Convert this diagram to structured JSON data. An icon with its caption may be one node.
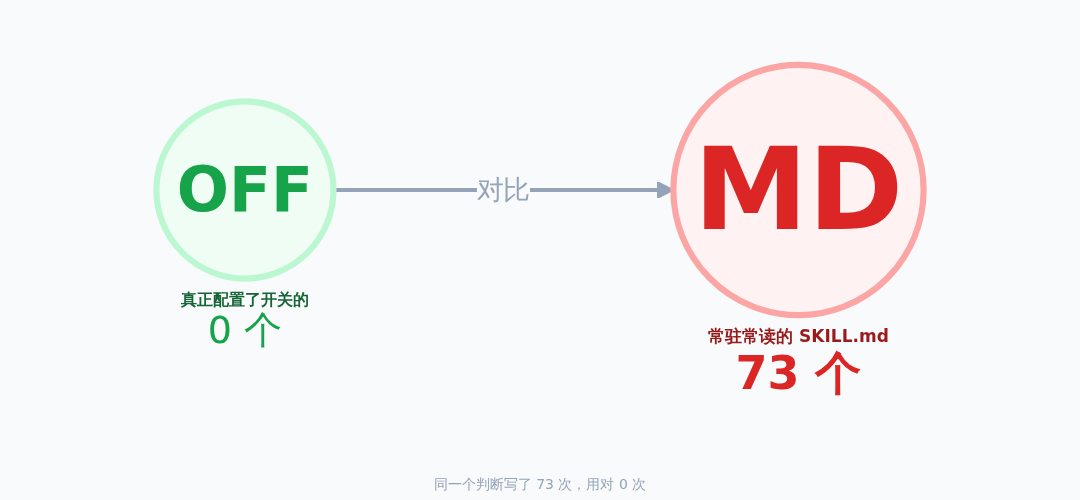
{
  "diagram": {
    "nodes": [
      {
        "text": [
          "OFF"
        ],
        "beside": [
          "真正配置了开关的",
          "0 个"
        ]
      },
      {
        "text": [
          "MD"
        ],
        "beside": [
          "常驻常读的 SKILL.md",
          "73 个"
        ]
      }
    ],
    "edges": [
      {
        "from": 0,
        "to": 1,
        "arrow": "to",
        "label": "对比"
      }
    ],
    "caption": "同一个判断写了 73 次，用对 0 次"
  }
}
